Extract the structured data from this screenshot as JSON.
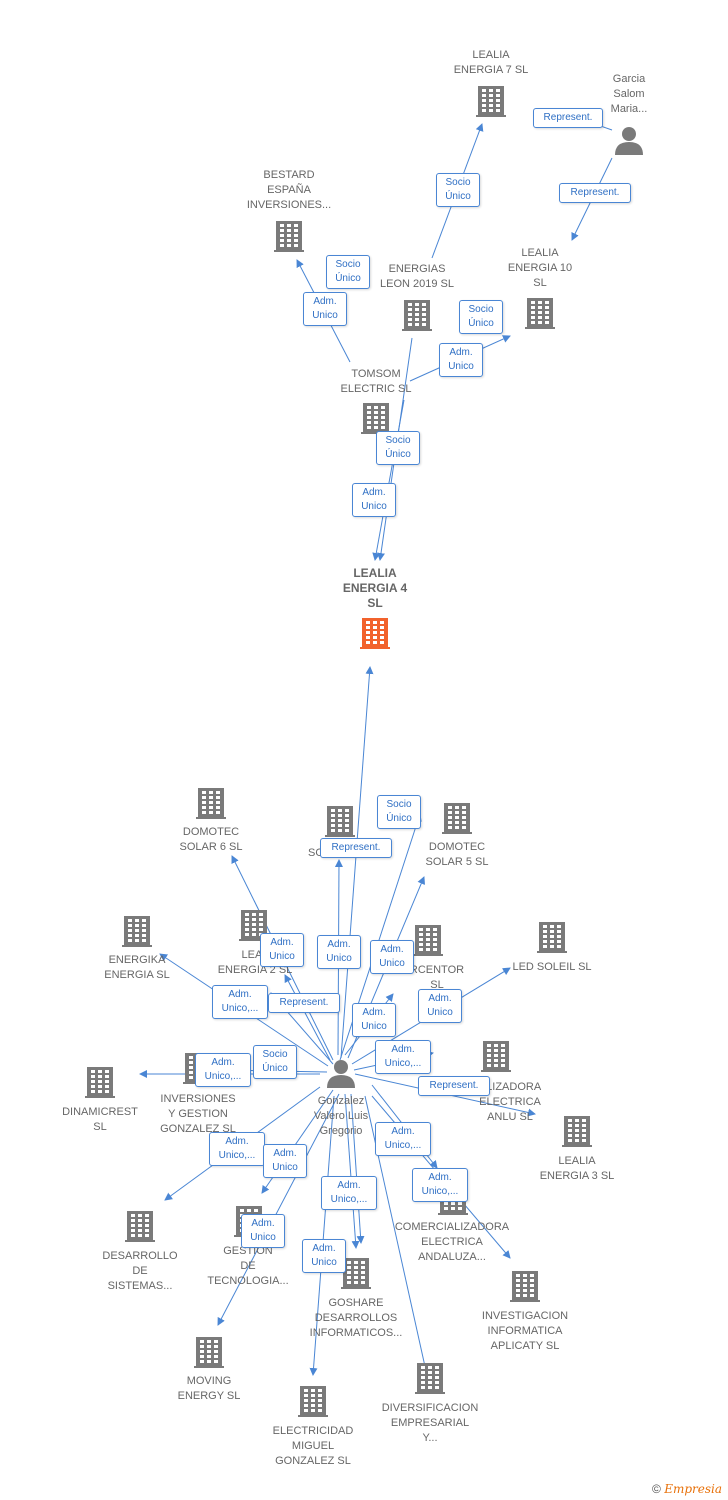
{
  "colors": {
    "edge": "#4a86d4",
    "node": "#7a7a7a",
    "focus": "#f2622c",
    "label": "#666666"
  },
  "nodes": [
    {
      "id": "lealia7",
      "name": "LEALIA\nENERGIA 7  SL",
      "kind": "company"
    },
    {
      "id": "garcia",
      "name": "Garcia\nSalom\nMaria...",
      "kind": "person"
    },
    {
      "id": "bestard",
      "name": "BESTARD\nESPAÑA\nINVERSIONES...",
      "kind": "company"
    },
    {
      "id": "energias",
      "name": "ENERGIAS\nLEON 2019  SL",
      "kind": "company"
    },
    {
      "id": "lealia10",
      "name": "LEALIA\nENERGIA 10\nSL",
      "kind": "company"
    },
    {
      "id": "tomsom",
      "name": "TOMSOM\nELECTRIC  SL",
      "kind": "company"
    },
    {
      "id": "lealia4",
      "name": "LEALIA\nENERGIA 4\nSL",
      "kind": "focus"
    },
    {
      "id": "domotec6",
      "name": "DOMOTEC\nSOLAR 6 SL",
      "kind": "company"
    },
    {
      "id": "so",
      "name": "SO",
      "kind": "company"
    },
    {
      "id": "domotec5",
      "name": "DOMOTEC\nSOLAR 5 SL",
      "kind": "company"
    },
    {
      "id": "energika",
      "name": "ENERGIKA\nENERGIA  SL",
      "kind": "company"
    },
    {
      "id": "lealia2",
      "name": "LEAL\nENERGIA 2  SL",
      "kind": "company"
    },
    {
      "id": "rcentor",
      "name": "RCENTOR\nSL",
      "kind": "company"
    },
    {
      "id": "ledsoleil",
      "name": "LED SOLEIL SL",
      "kind": "company"
    },
    {
      "id": "dinamicrest",
      "name": "DINAMICREST\nSL",
      "kind": "company"
    },
    {
      "id": "inversiones",
      "name": "INVERSIONES\nY GESTION\nGONZALEZ  SL",
      "kind": "company"
    },
    {
      "id": "gonzalez",
      "name": "Gonzalez\nValero Luis\nGregorio",
      "kind": "person"
    },
    {
      "id": "anlu",
      "name": "ALIZADORA\nELECTRICA\nANLU  SL",
      "kind": "company"
    },
    {
      "id": "lealia3",
      "name": "LEALIA\nENERGIA 3  SL",
      "kind": "company"
    },
    {
      "id": "desarrollo",
      "name": "DESARROLLO\nDE\nSISTEMAS...",
      "kind": "company"
    },
    {
      "id": "gestion",
      "name": "GESTION\nDE\nTECNOLOGIA...",
      "kind": "company"
    },
    {
      "id": "comercializadora",
      "name": "COMERCIALIZADORA\nELECTRICA\nANDALUZA...",
      "kind": "company"
    },
    {
      "id": "goshare",
      "name": "GOSHARE\nDESARROLLOS\nINFORMATICOS...",
      "kind": "company"
    },
    {
      "id": "investigacion",
      "name": "INVESTIGACION\nINFORMATICA\nAPLICATY  SL",
      "kind": "company"
    },
    {
      "id": "moving",
      "name": "MOVING\nENERGY  SL",
      "kind": "company"
    },
    {
      "id": "electricidad",
      "name": "ELECTRICIDAD\nMIGUEL\nGONZALEZ  SL",
      "kind": "company"
    },
    {
      "id": "diversificacion",
      "name": "DIVERSIFICACION\nEMPRESARIAL\nY...",
      "kind": "company"
    }
  ],
  "edge_labels": [
    {
      "id": "t1",
      "text": "Represent."
    },
    {
      "id": "t2",
      "text": "Represent."
    },
    {
      "id": "t3",
      "text": "Socio\nÚnico"
    },
    {
      "id": "t4",
      "text": "Socio\nÚnico"
    },
    {
      "id": "t5",
      "text": "Adm.\nUnico"
    },
    {
      "id": "t6",
      "text": "Socio\nÚnico"
    },
    {
      "id": "t7",
      "text": "Adm.\nUnico"
    },
    {
      "id": "t8",
      "text": "Socio\nÚnico"
    },
    {
      "id": "t9",
      "text": "Adm.\nUnico"
    },
    {
      "id": "t10",
      "text": "Socio\nÚnico"
    },
    {
      "id": "t11",
      "text": "Represent."
    },
    {
      "id": "t12",
      "text": "Adm.\nUnico"
    },
    {
      "id": "t13",
      "text": "Adm.\nUnico"
    },
    {
      "id": "t14",
      "text": "Adm.\nUnico"
    },
    {
      "id": "t15",
      "text": "Adm.\nUnico,..."
    },
    {
      "id": "t16",
      "text": "Represent."
    },
    {
      "id": "t17",
      "text": "Adm.\nUnico"
    },
    {
      "id": "t18",
      "text": "Adm.\nUnico"
    },
    {
      "id": "t19",
      "text": "Adm.\nUnico,..."
    },
    {
      "id": "t20",
      "text": "Socio\nÚnico"
    },
    {
      "id": "t21",
      "text": "Adm.\nUnico,..."
    },
    {
      "id": "t22",
      "text": "Represent."
    },
    {
      "id": "t23",
      "text": "Adm.\nUnico,..."
    },
    {
      "id": "t24",
      "text": "Adm.\nUnico"
    },
    {
      "id": "t25",
      "text": "Adm.\nUnico,..."
    },
    {
      "id": "t26",
      "text": "Adm.\nUnico,..."
    },
    {
      "id": "t27",
      "text": "Adm.\nUnico"
    },
    {
      "id": "t28",
      "text": "Adm.\nUnico,..."
    },
    {
      "id": "t29",
      "text": "Adm.\nUnico"
    }
  ],
  "footer": {
    "copyright": "©",
    "brand": "Empresia"
  }
}
